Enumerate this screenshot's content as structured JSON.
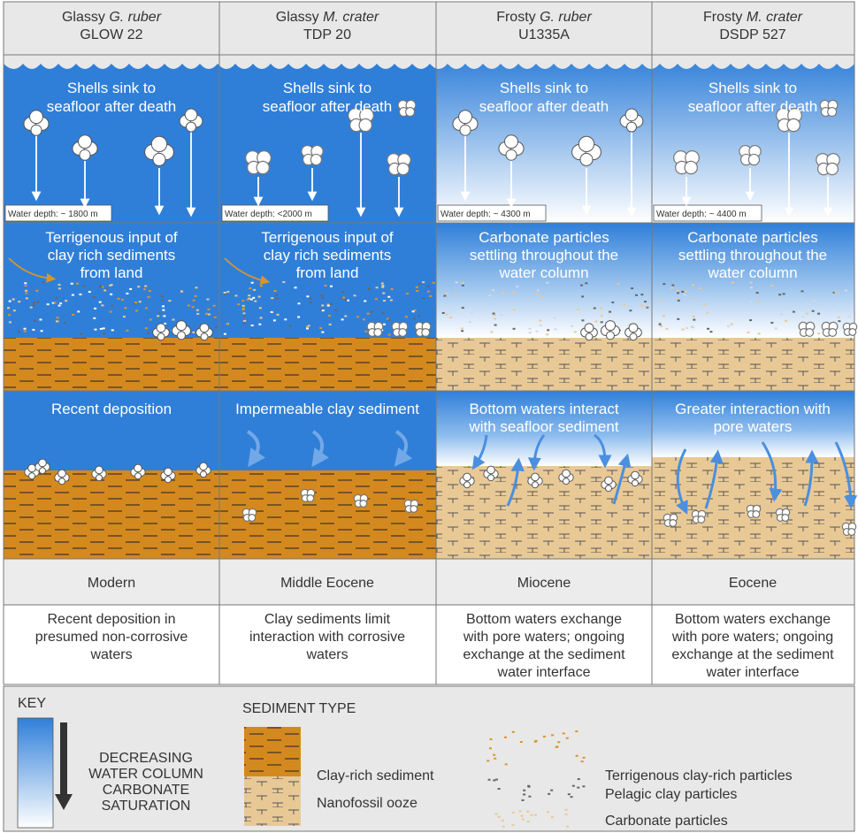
{
  "columns": [
    {
      "title_pre": "Glassy ",
      "title_species": "G. ruber",
      "site": "GLOW 22",
      "sink_label": [
        "Shells sink to",
        "seafloor after death"
      ],
      "water_depth": "Water depth: ~ 1800 m",
      "row2_label": [
        "Terrigenous input of",
        "clay rich sediments",
        "from land"
      ],
      "row3_label": [
        "Recent deposition"
      ],
      "age": "Modern",
      "description": [
        "Recent deposition in",
        "presumed non-corrosive",
        "waters"
      ]
    },
    {
      "title_pre": "Glassy ",
      "title_species": "M. crater",
      "site": "TDP 20",
      "sink_label": [
        "Shells sink to",
        "seafloor after death"
      ],
      "water_depth": "Water depth: <2000 m",
      "row2_label": [
        "Terrigenous input of",
        "clay rich sediments",
        "from land"
      ],
      "row3_label": [
        "Impermeable clay sediment"
      ],
      "age": "Middle Eocene",
      "description": [
        "Clay sediments limit",
        "interaction with corrosive",
        "waters"
      ]
    },
    {
      "title_pre": "Frosty ",
      "title_species": "G. ruber",
      "site": "U1335A",
      "sink_label": [
        "Shells sink to",
        "seafloor after death"
      ],
      "water_depth": "Water depth: ~ 4300 m",
      "row2_label": [
        "Carbonate particles",
        "settling throughout the",
        "water column"
      ],
      "row3_label": [
        "Bottom waters interact",
        "with seafloor sediment"
      ],
      "age": "Miocene",
      "description": [
        "Bottom waters exchange",
        "with pore waters; ongoing",
        "exchange at the sediment",
        "water interface"
      ]
    },
    {
      "title_pre": "Frosty ",
      "title_species": "M. crater",
      "site": "DSDP 527",
      "sink_label": [
        "Shells sink to",
        "seafloor after death"
      ],
      "water_depth": "Water depth: ~ 4400 m",
      "row2_label": [
        "Carbonate particles",
        "settling throughout the",
        "water column"
      ],
      "row3_label": [
        "Greater interaction with",
        "pore waters"
      ],
      "age": "Eocene",
      "description": [
        "Bottom waters exchange",
        "with pore waters; ongoing",
        "exchange at the sediment",
        "water interface"
      ]
    }
  ],
  "key": {
    "title": "KEY",
    "gradient_label": [
      "DECREASING",
      "WATER COLUMN",
      "CARBONATE",
      "SATURATION"
    ],
    "sediment_title": "SEDIMENT TYPE",
    "clay_label": "Clay-rich sediment",
    "ooze_label": "Nanofossil ooze",
    "particles": [
      "Terrigenous clay-rich particles",
      "Pelagic clay particles",
      "Carbonate particles"
    ]
  },
  "colors": {
    "water": "#2f7fd9",
    "clay": "#d4891f",
    "ooze": "#e8c996",
    "header_bg": "#e8e8e8",
    "terrigenous_particle": "#d9952a",
    "pelagic_particle": "#666666",
    "carbonate_particle": "#e9c995",
    "arrow": "#4a8fe0"
  }
}
